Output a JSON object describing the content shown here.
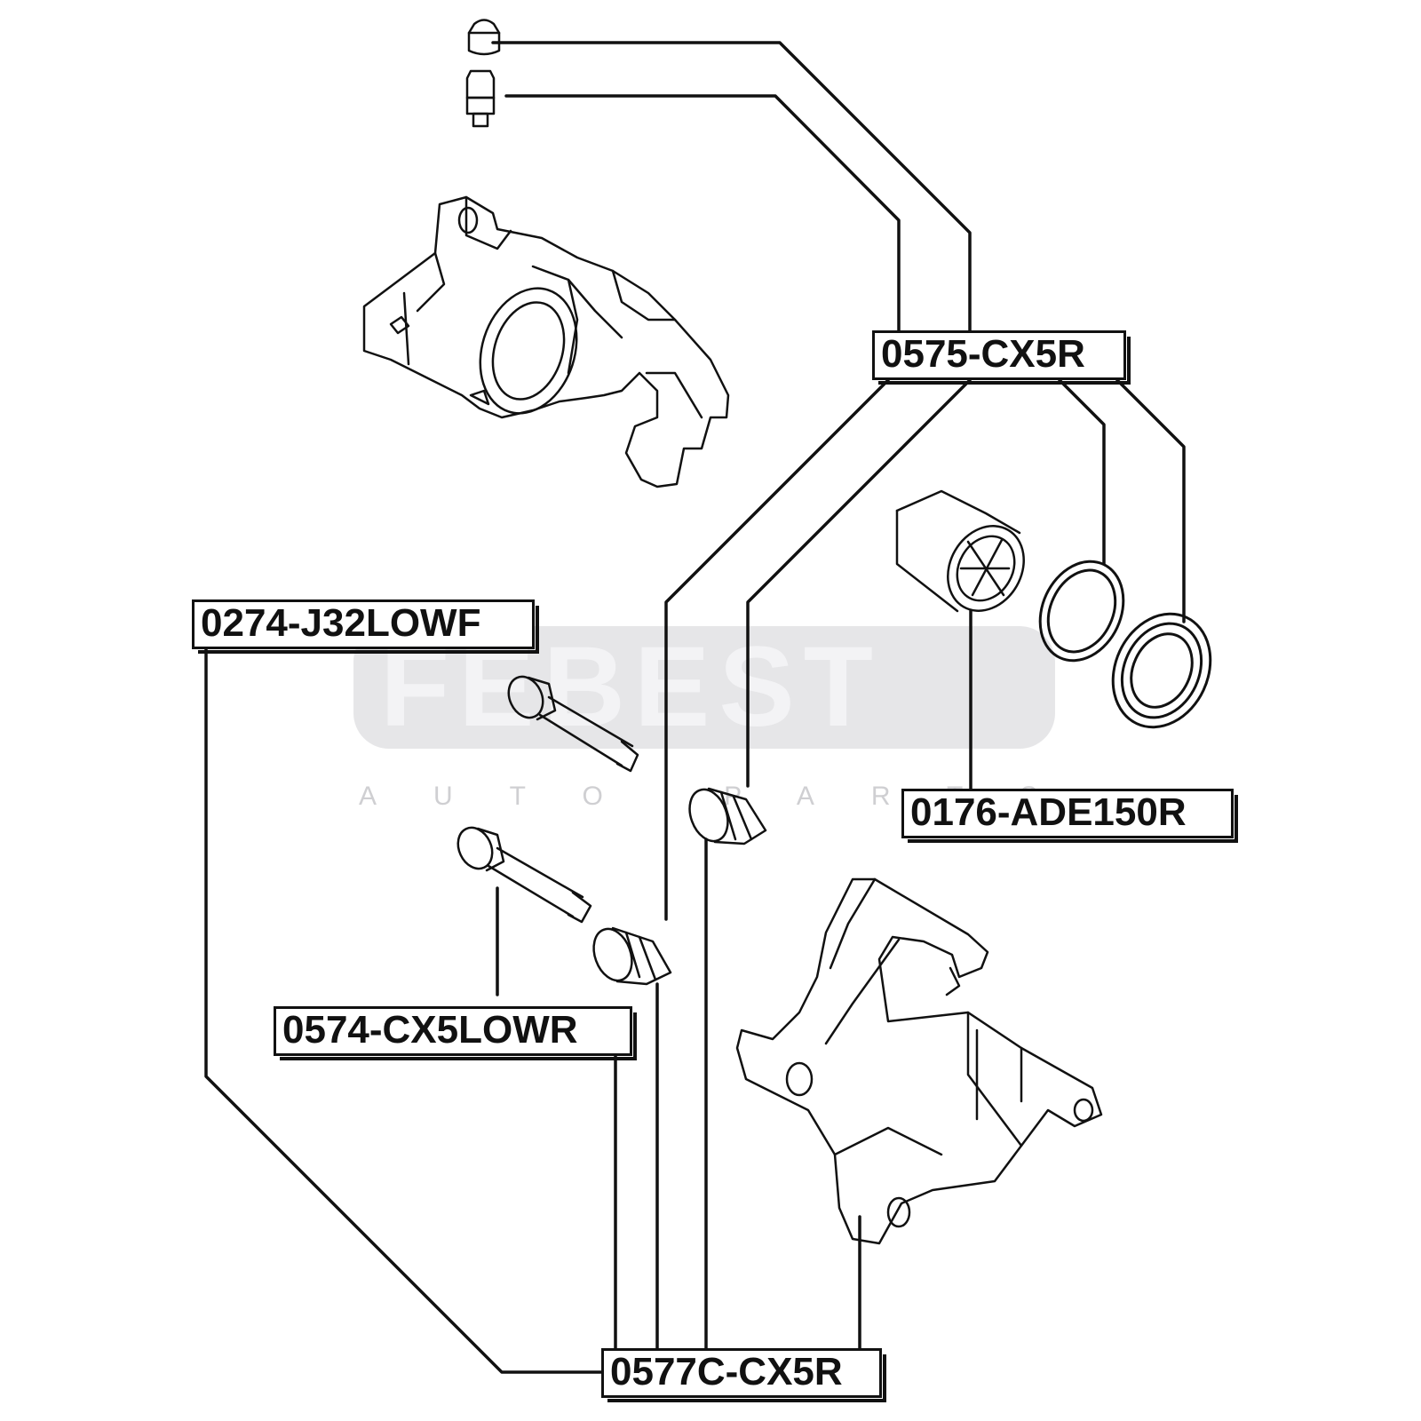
{
  "diagram": {
    "watermark": {
      "brand": "FEBEST",
      "sub": "AUTO PARTS"
    },
    "labels": {
      "caliper_repair_kit": "0575-CX5R",
      "piston": "0176-ADE150R",
      "front_lower_pin": "0274-J32LOWF",
      "rear_lower_pin": "0574-CX5LOWR",
      "slide_pin_kit": "0577C-CX5R"
    },
    "colors": {
      "ink": "#111111",
      "watermark": "#cfcfd2",
      "background": "#ffffff"
    }
  }
}
